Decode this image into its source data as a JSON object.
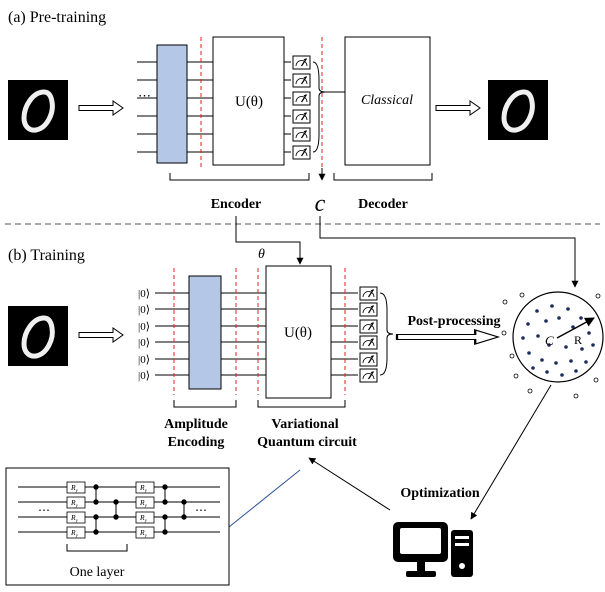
{
  "panel_a": {
    "title": "(a) Pre-training",
    "unitary_label": "U(θ)",
    "decoder_box_label": "Classical",
    "ellipsis": "⋯",
    "encoder_label": "Encoder",
    "decoder_label": "Decoder",
    "latent_label": "c"
  },
  "panel_b": {
    "title": "(b) Training",
    "theta_label": "θ",
    "unitary_label": "U(θ)",
    "ket_label": "|0⟩",
    "post_processing_label": "Post-processing",
    "amplitude_label_line1": "Amplitude",
    "amplitude_label_line2": "Encoding",
    "variational_label_line1": "Variational",
    "variational_label_line2": "Quantum circuit",
    "center_label": "C",
    "radius_label": "R",
    "optimization_label": "Optimization"
  },
  "inset": {
    "gate_label": "R",
    "gate_subscript": "y",
    "ellipsis": "⋯",
    "one_layer_label": "One layer"
  },
  "colors": {
    "encoding_fill": "#b4c7e7",
    "divider_red": "#e02020",
    "line": "#000000",
    "dot": "#1f2d5a",
    "callout": "#2e5597"
  },
  "icons": {
    "digit_image": "handwritten-zero-image",
    "measurement": "measurement-meter-icon",
    "computer": "desktop-computer-icon"
  }
}
